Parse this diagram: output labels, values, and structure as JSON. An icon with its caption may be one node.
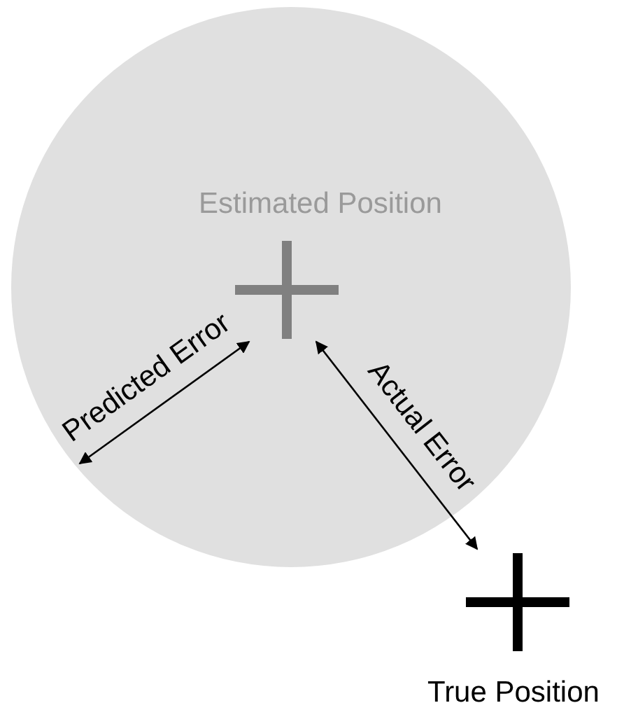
{
  "diagram": {
    "nodes": [
      {
        "text": [],
        "shape": "circle"
      },
      {
        "text": [
          "Estimated Position"
        ],
        "in": 0
      },
      {
        "text": [
          "True Position"
        ]
      }
    ],
    "edges": [
      {
        "from": 1,
        "to": 0,
        "arrow": "both",
        "label": "Predicted Error"
      },
      {
        "from": 1,
        "to": 2,
        "arrow": "both",
        "label": "Actual Error"
      }
    ]
  }
}
